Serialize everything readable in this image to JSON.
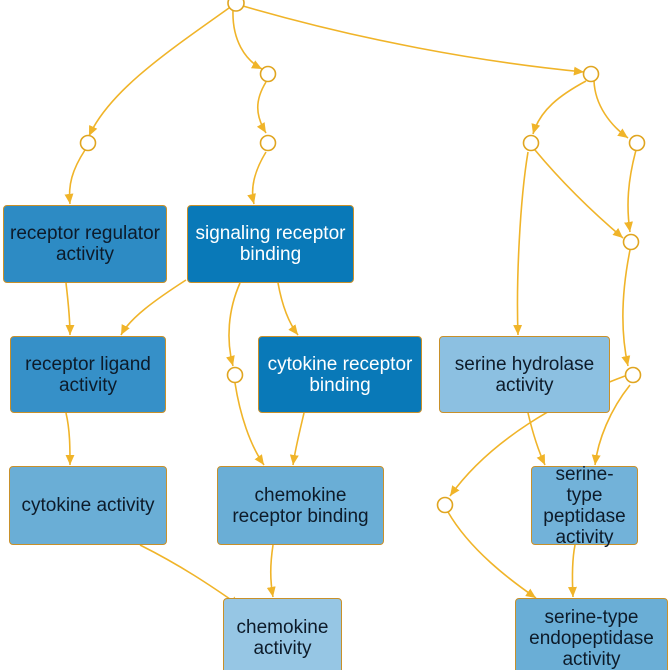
{
  "diagram": {
    "colors": {
      "edge": "#f0b429",
      "node_border": "#c8902a",
      "dark_fill": "#0979b8",
      "light_fill": "#8cc0e1"
    },
    "terms": {
      "receptor_regulator_activity": "receptor regulator activity",
      "signaling_receptor_binding": "signaling receptor binding",
      "receptor_ligand_activity": "receptor ligand activity",
      "cytokine_receptor_binding": "cytokine receptor binding",
      "serine_hydrolase_activity": "serine hydrolase activity",
      "cytokine_activity": "cytokine activity",
      "chemokine_receptor_binding": "chemokine receptor binding",
      "serine_type_peptidase_activity": "serine-type peptidase activity",
      "chemokine_activity": "chemokine activity",
      "serine_type_endopeptidase_activity": "serine-type endopeptidase activity"
    }
  }
}
